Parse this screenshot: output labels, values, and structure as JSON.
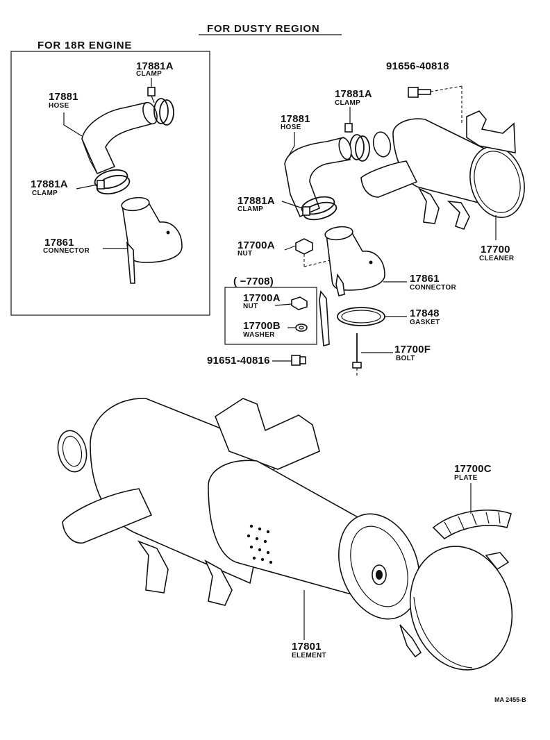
{
  "title": "FOR DUSTY REGION",
  "inset": {
    "title": "FOR 18R ENGINE"
  },
  "date_range": "(        −7708)",
  "drawing_ref": "MA 2455-B",
  "parts": {
    "inset_clamp_top": {
      "number": "17881A",
      "name": "CLAMP"
    },
    "inset_hose": {
      "number": "17881",
      "name": "HOSE"
    },
    "inset_clamp_bottom": {
      "number": "17881A",
      "name": "CLAMP"
    },
    "inset_connector": {
      "number": "17861",
      "name": "CONNECTOR"
    },
    "bolt_top": {
      "number": "91656-40818"
    },
    "clamp_top": {
      "number": "17881A",
      "name": "CLAMP"
    },
    "hose": {
      "number": "17881",
      "name": "HOSE"
    },
    "clamp_mid": {
      "number": "17881A",
      "name": "CLAMP"
    },
    "nut": {
      "number": "17700A",
      "name": "NUT"
    },
    "cleaner": {
      "number": "17700",
      "name": "CLEANER"
    },
    "connector": {
      "number": "17861",
      "name": "CONNECTOR"
    },
    "box_nut": {
      "number": "17700A",
      "name": "NUT"
    },
    "box_washer": {
      "number": "17700B",
      "name": "WASHER"
    },
    "gasket": {
      "number": "17848",
      "name": "GASKET"
    },
    "bolt": {
      "number": "17700F",
      "name": "BOLT"
    },
    "bolt_bottom": {
      "number": "91651-40816"
    },
    "plate": {
      "number": "17700C",
      "name": "PLATE"
    },
    "element": {
      "number": "17801",
      "name": "ELEMENT"
    }
  }
}
